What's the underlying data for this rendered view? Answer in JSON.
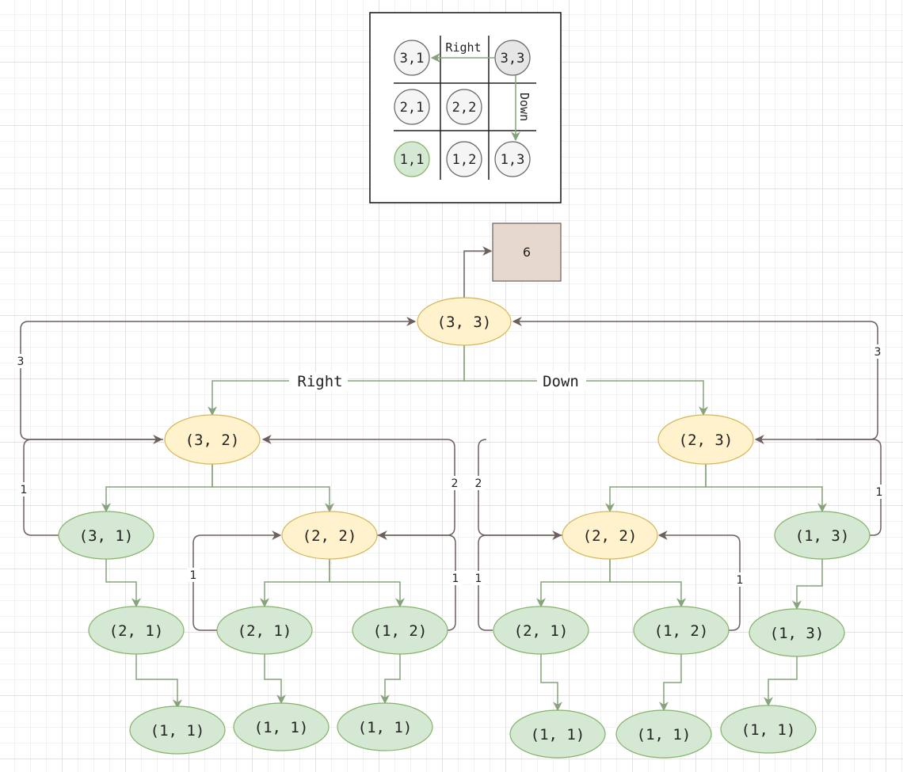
{
  "grid_example": {
    "cells": [
      "3,1",
      "3,3",
      "2,1",
      "2,2",
      "1,1",
      "1,2",
      "1,3"
    ],
    "move_right": "Right",
    "move_down": "Down"
  },
  "tree": {
    "result": "6",
    "root": "(3, 3)",
    "edge_right": "Right",
    "edge_down": "Down",
    "left_child": "(3, 2)",
    "right_child": "(2, 3)",
    "l_31": "(3, 1)",
    "l_22": "(2, 2)",
    "r_22": "(2, 2)",
    "r_13": "(1, 3)",
    "l_21a": "(2, 1)",
    "l_21b": "(2, 1)",
    "l_12": "(1, 2)",
    "r_21": "(2, 1)",
    "r_12": "(1, 2)",
    "r_13b": "(1, 3)",
    "leaf1": "(1, 1)",
    "leaf2": "(1, 1)",
    "leaf3": "(1, 1)",
    "leaf4": "(1, 1)",
    "leaf5": "(1, 1)",
    "leaf6": "(1, 1)",
    "ret_root_left": "3",
    "ret_root_right": "3",
    "ret_32_left": "1",
    "ret_32_right": "2",
    "ret_l22_left": "1",
    "ret_l22_right": "1",
    "ret_23_left": "2",
    "ret_23_right": "1",
    "ret_r22_left": "1",
    "ret_r22_right": "1"
  },
  "colors": {
    "yellow_fill": "#fff2cc",
    "yellow_stroke": "#d6b656",
    "green_fill": "#d5e8d4",
    "green_stroke": "#82b366",
    "grey_fill": "#f5f5f5",
    "arrow_brown": "#6d5f5c",
    "arrow_green": "#86a37b",
    "result_fill": "#e6d8cc"
  }
}
